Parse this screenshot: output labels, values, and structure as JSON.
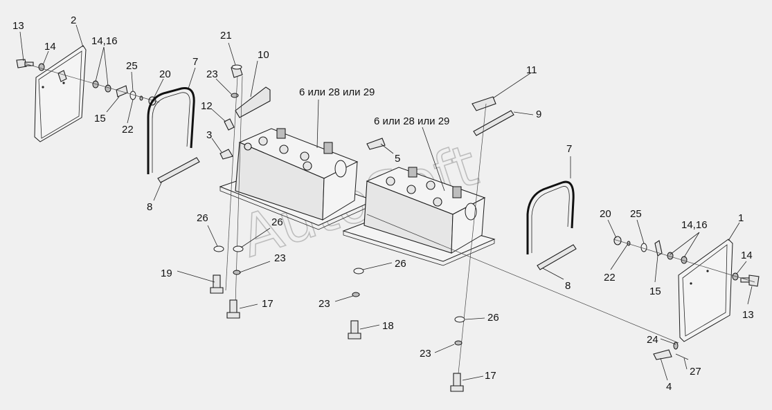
{
  "watermark": "AutoSoft",
  "labels": {
    "l13a": "13",
    "l14a": "14",
    "l2": "2",
    "l1416a": "14,16",
    "l25a": "25",
    "l20a": "20",
    "l7a": "7",
    "l15a": "15",
    "l22a": "22",
    "l8a": "8",
    "l21": "21",
    "l10": "10",
    "l23a": "23",
    "l12": "12",
    "l3": "3",
    "l6a": "6 или 28 или 29",
    "l6b": "6 или 28 или 29",
    "l11": "11",
    "l9": "9",
    "l5": "5",
    "l7b": "7",
    "l26a": "26",
    "l26b": "26",
    "l23b": "23",
    "l19": "19",
    "l17a": "17",
    "l26c": "26",
    "l23c": "23",
    "l18": "18",
    "l20b": "20",
    "l25b": "25",
    "l1416b": "14,16",
    "l1": "1",
    "l14b": "14",
    "l22b": "22",
    "l15b": "15",
    "l13b": "13",
    "l8b": "8",
    "l26d": "26",
    "l23d": "23",
    "l17b": "17",
    "l24": "24",
    "l27": "27",
    "l4": "4"
  }
}
